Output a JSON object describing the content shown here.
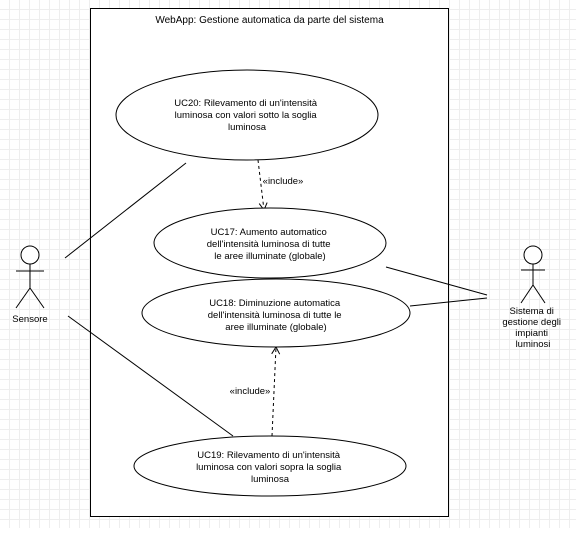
{
  "system": {
    "title": "WebApp: Gestione automatica da parte del sistema"
  },
  "actors": {
    "sensore": {
      "label": "Sensore"
    },
    "sistema": {
      "label_lines": [
        "Sistema di",
        "gestione degli",
        "impianti",
        "luminosi"
      ]
    }
  },
  "use_cases": {
    "uc20": {
      "lines": [
        "UC20: Rilevamento di un'intensità",
        "luminosa con valori sotto la soglia",
        "luminosa"
      ]
    },
    "uc17": {
      "lines": [
        "UC17: Aumento automatico",
        "dell'intensità luminosa di tutte",
        "le aree illuminate (globale)"
      ]
    },
    "uc18": {
      "lines": [
        "UC18: Diminuzione automatica",
        "dell'intensità luminosa di tutte le",
        "aree illuminate (globale)"
      ]
    },
    "uc19": {
      "lines": [
        "UC19: Rilevamento di un'intensità",
        "luminosa con valori sopra la soglia",
        "luminosa"
      ]
    }
  },
  "relations": {
    "include_uc20_uc17": "«include»",
    "include_uc19_uc18": "«include»"
  },
  "colors": {
    "stroke": "#000000",
    "fill": "#ffffff"
  }
}
